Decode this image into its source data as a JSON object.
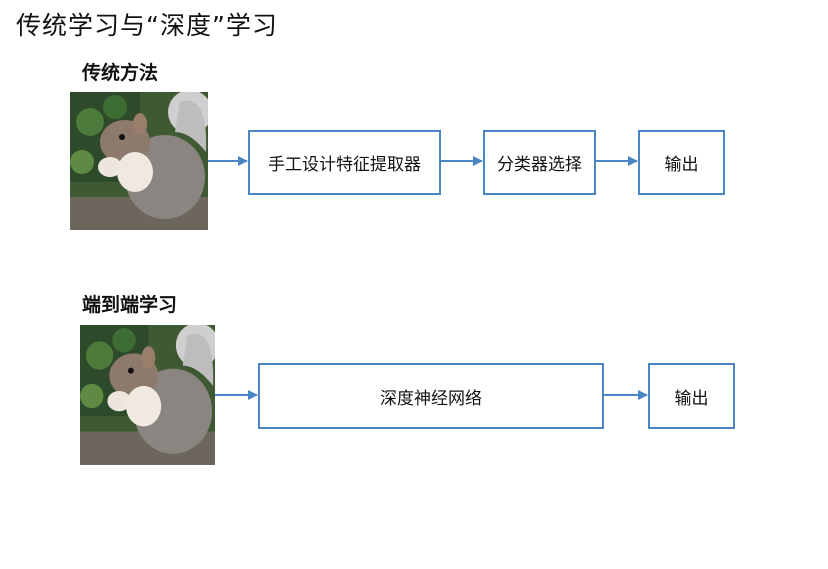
{
  "title": "传统学习与“深度”学习",
  "traditional": {
    "heading": "传统方法",
    "steps": [
      "手工设计特征提取器",
      "分类器选择",
      "输出"
    ]
  },
  "end_to_end": {
    "heading": "端到端学习",
    "steps": [
      "深度神经网络",
      "输出"
    ]
  },
  "colors": {
    "box_border": "#4a86c5",
    "arrow": "#4a86c5"
  },
  "images": [
    "squirrel-photo",
    "squirrel-photo"
  ]
}
